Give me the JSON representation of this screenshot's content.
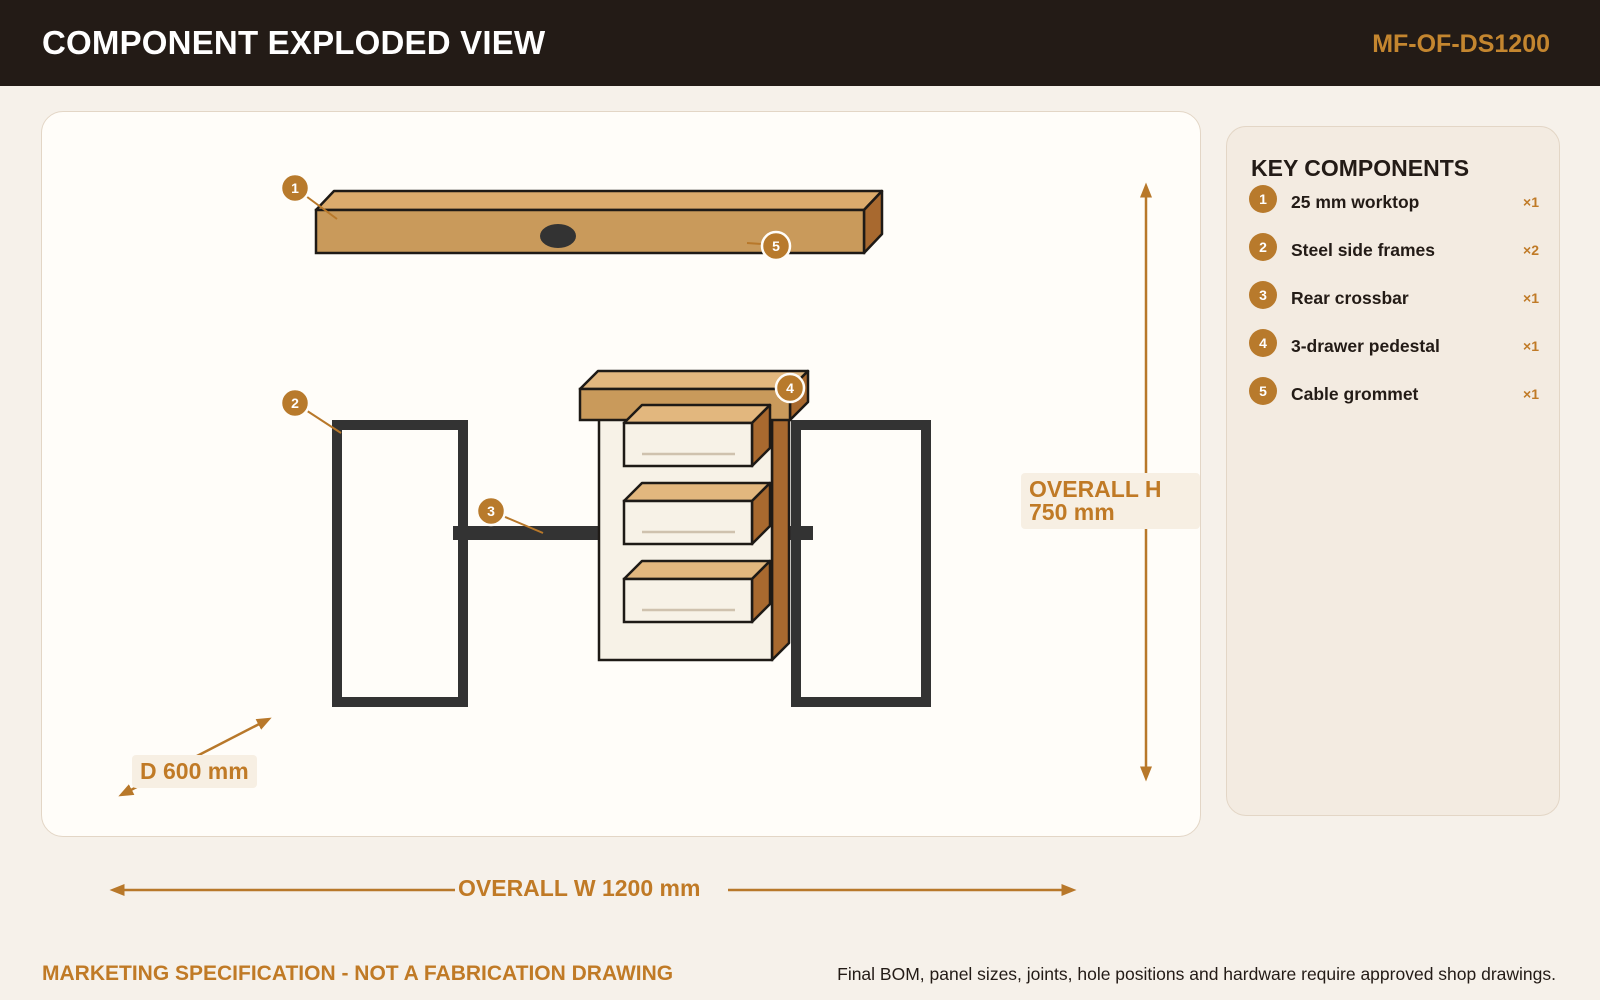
{
  "header": {
    "title": "COMPONENT EXPLODED VIEW",
    "code": "MF-OF-DS1200"
  },
  "colors": {
    "header_bg": "#231b16",
    "accent": "#c07a26",
    "wood": "#c99a5b",
    "steel": "#333333",
    "panel_bg": "#fffdf9",
    "legend_bg": "#f3ebe1"
  },
  "drawing": {
    "callouts": [
      "1",
      "2",
      "3",
      "4",
      "5"
    ],
    "dimensions": {
      "height": "OVERALL H 750 mm",
      "width": "OVERALL W 1200 mm",
      "depth": "D 600 mm"
    }
  },
  "legend": {
    "title": "KEY COMPONENTS",
    "items": [
      {
        "num": "1",
        "label": "25 mm worktop",
        "qty": "×1"
      },
      {
        "num": "2",
        "label": "Steel side frames",
        "qty": "×2"
      },
      {
        "num": "3",
        "label": "Rear crossbar",
        "qty": "×1"
      },
      {
        "num": "4",
        "label": "3-drawer pedestal",
        "qty": "×1"
      },
      {
        "num": "5",
        "label": "Cable grommet",
        "qty": "×1"
      }
    ]
  },
  "footer": {
    "disclaimer": "MARKETING SPECIFICATION - NOT A FABRICATION DRAWING",
    "note": "Final BOM, panel sizes, joints, hole positions and hardware require approved shop drawings."
  }
}
